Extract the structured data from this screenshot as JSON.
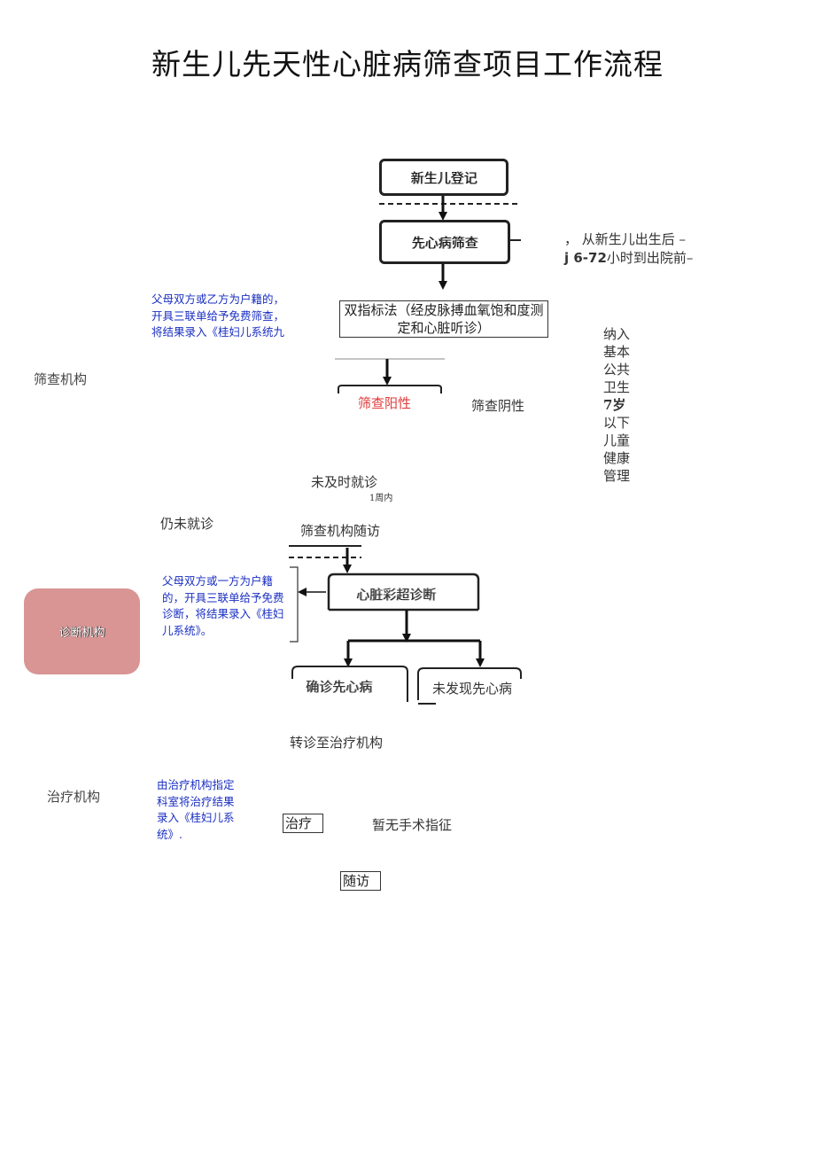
{
  "title": "新生儿先天性心脏病筛查项目工作流程",
  "nodes": {
    "registration": "新生儿登记",
    "chd_screening": "先心病筛查",
    "double_index": "双指标法（经皮脉搏血氧饱和度测定和心脏听诊）",
    "positive": "筛查阳性",
    "negative": "筛查阴性",
    "late_visit": "未及时就诊",
    "one_week": "1周内",
    "still_no_visit": "仍未就诊",
    "followup_by_screening": "筛查机构随访",
    "echo_diagnosis": "心脏彩超诊断",
    "confirmed": "确诊先心病",
    "not_found": "未发现先心病",
    "transfer": "转诊至治疗机构",
    "treatment": "治疗",
    "no_surgery": "暂无手术指征",
    "followup": "随访"
  },
  "timing": {
    "line1": "， 从新生儿出生后 –",
    "line2_prefix": "j ",
    "line2_bold": "6-72",
    "line2_suffix": "小时到出院前–"
  },
  "right_vertical": [
    "纳入",
    "基本",
    "公共",
    "卫生",
    "7岁",
    "以下",
    "儿童",
    "健康",
    "管理"
  ],
  "sections": {
    "screening": "筛查机构",
    "diagnosis": "诊断机构",
    "treatment": "治疗机构"
  },
  "notes": {
    "screening": "父母双方或乙方为户籍的，开具三联单给予免费筛查，将结果录入《桂妇儿系统九",
    "diagnosis": "父母双方或一方为户籍的，开具三联单给予免费诊断，将结果录入《桂妇儿系统》。",
    "treatment": "由治疗机构指定科室将治疗结果录入《桂妇儿系统》."
  },
  "colors": {
    "positive_text": "#e23a3a",
    "note_text": "#1a2fc2",
    "diagnosis_box": "#d99494"
  }
}
